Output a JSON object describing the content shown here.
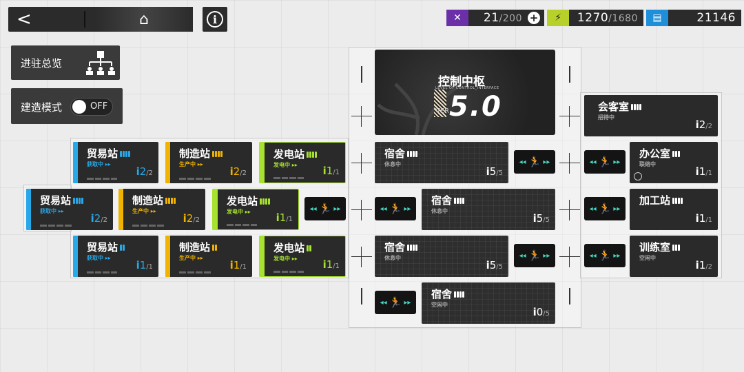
{
  "nav": {
    "back_label": "<",
    "home_label": "⌂",
    "info_label": "i"
  },
  "resources": {
    "drones": {
      "value": "21",
      "max": "/200",
      "color": "#6b2fa8",
      "icon": "drone-icon",
      "plus": "+"
    },
    "power": {
      "value": "1270",
      "max": "/1680",
      "color": "#b8d02a",
      "icon": "power-icon"
    },
    "credits": {
      "value": "21146",
      "color": "#1e8fd8",
      "icon": "credits-icon"
    }
  },
  "left_panels": {
    "overview_label": "进驻总览",
    "build_mode_label": "建造模式",
    "build_mode_state": "OFF"
  },
  "control_center": {
    "title": "控制中枢",
    "subtitle": "LEVEL OF CONTROL_INTERFACE",
    "ver_label": "VER",
    "version": "5.0"
  },
  "rooms": {
    "reception": {
      "name": "会客室",
      "status": "招待中",
      "cur": "2",
      "max": "/2",
      "pips": 4
    },
    "office": {
      "name": "办公室",
      "status": "联络中",
      "cur": "1",
      "max": "/1",
      "pips": 3
    },
    "workshop": {
      "name": "加工站",
      "status": "",
      "cur": "1",
      "max": "/1",
      "pips": 4
    },
    "training": {
      "name": "训练室",
      "status": "空闲中",
      "cur": "1",
      "max": "/2",
      "pips": 3
    },
    "dorm1": {
      "name": "宿舍",
      "status": "休息中",
      "cur": "5",
      "max": "/5",
      "pips": 4
    },
    "dorm2": {
      "name": "宿舍",
      "status": "休息中",
      "cur": "5",
      "max": "/5",
      "pips": 4
    },
    "dorm3": {
      "name": "宿舍",
      "status": "休息中",
      "cur": "5",
      "max": "/5",
      "pips": 4
    },
    "dorm4": {
      "name": "宿舍",
      "status": "空闲中",
      "cur": "0",
      "max": "/5",
      "pips": 4
    },
    "r1_trade": {
      "name": "贸易站",
      "status": "获取中 ▸▸",
      "cur": "2",
      "max": "/2",
      "pips": 4
    },
    "r1_factory": {
      "name": "制造站",
      "status": "生产中 ▸▸",
      "cur": "2",
      "max": "/2",
      "pips": 4
    },
    "r1_power": {
      "name": "发电站",
      "status": "发电中 ▸▸",
      "cur": "1",
      "max": "/1",
      "pips": 4
    },
    "r2_trade": {
      "name": "贸易站",
      "status": "获取中 ▸▸",
      "cur": "2",
      "max": "/2",
      "pips": 4
    },
    "r2_factory": {
      "name": "制造站",
      "status": "生产中 ▸▸",
      "cur": "2",
      "max": "/2",
      "pips": 4
    },
    "r2_power": {
      "name": "发电站",
      "status": "发电中 ▸▸",
      "cur": "1",
      "max": "/1",
      "pips": 4
    },
    "r3_trade": {
      "name": "贸易站",
      "status": "获取中 ▸▸",
      "cur": "1",
      "max": "/1",
      "pips": 2
    },
    "r3_factory": {
      "name": "制造站",
      "status": "生产中 ▸▸",
      "cur": "1",
      "max": "/1",
      "pips": 2
    },
    "r3_power": {
      "name": "发电站",
      "status": "发电中 ▸▸",
      "cur": "1",
      "max": "/1",
      "pips": 2
    }
  },
  "colors": {
    "trade": "#27a8e8",
    "factory": "#f0b400",
    "power": "#a6e22e",
    "dorm": "#ffffff",
    "corridor": "#46d6c0"
  },
  "corridor": {
    "arrows_left": "◂◂",
    "arrows_right": "▸▸",
    "figure": "🏃"
  }
}
